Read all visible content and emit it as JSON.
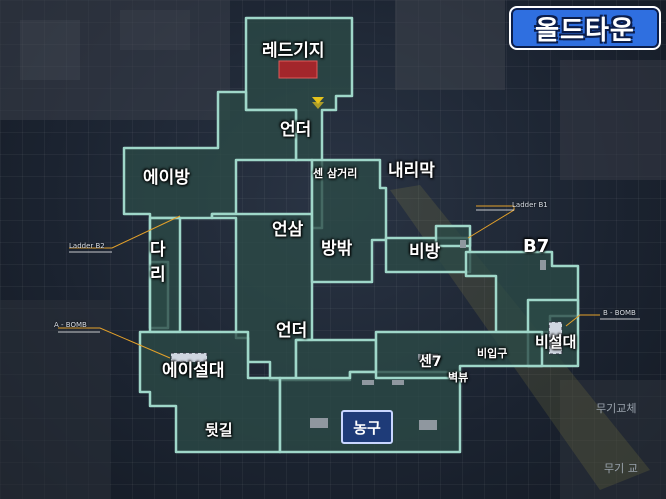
{
  "title": "올드타운",
  "areas": {
    "red_base": "레드기지",
    "under_top": "언더",
    "a_room": "에이방",
    "cross": "센 삼거리",
    "inner_curtain": "내리막",
    "bridge": "다리",
    "eonsam": "언삼",
    "outside_room": "방밖",
    "secret_room": "비방",
    "b7": "B7",
    "under_bottom": "언더",
    "a_site": "에이설대",
    "center7": "센7",
    "wall": "벽뷰",
    "secret_entrance": "비입구",
    "b_site": "비설대",
    "back_alley": "뒷길",
    "basketball": "농구"
  },
  "annotations": {
    "ladder_b1": "Ladder B1",
    "ladder_b2": "Ladder B2",
    "a_bomb": "A - BOMB",
    "b_bomb": "B - BOMB"
  },
  "corner_text": {
    "weapon_swap_1": "무기교체",
    "weapon_swap_2": "무기 교"
  },
  "colors": {
    "map_fill": "#2b4a47",
    "map_outline": "#9fd7c9",
    "logo_bg": "#2f6fe0",
    "red_spawn": "#a3262b",
    "yellow_marker": "#e6c31c"
  }
}
